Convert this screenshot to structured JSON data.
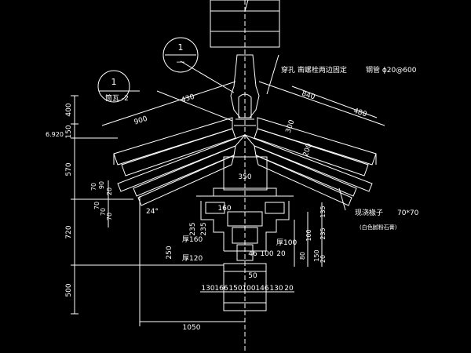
{
  "drawing": {
    "callouts": {
      "top_circle": {
        "num": "1",
        "den": "—"
      },
      "left_circle": {
        "num": "1"
      }
    },
    "annotations": {
      "left_ridge": "筒瓦 -2",
      "through_pin": "穿孔 凿螺栓两边固定",
      "pipe": "钢管 ɸ20@600",
      "rafter": "现浇椽子",
      "rafter_size": "70*70",
      "rafter_note": "(白色腻粉石膏)",
      "angle": "24°",
      "elev": "6.920"
    },
    "thickness_labels": {
      "t160": "厚160",
      "t120": "厚120",
      "t100": "厚100"
    },
    "dims_left_vertical": [
      "400",
      "150",
      "570",
      "720",
      "500"
    ],
    "dims_left_small": [
      "70",
      "90",
      "20",
      "70",
      "70",
      "70"
    ],
    "dims_top": {
      "d430": "430",
      "d900": "900",
      "d840": "840",
      "d480": "480",
      "d300": "300",
      "d200": "200"
    },
    "dims_center": {
      "d350": "350",
      "d160": "160",
      "d235a": "235",
      "d235b": "235",
      "d250": "250",
      "d46": "46",
      "d100": "100",
      "d20": "20",
      "d50": "50"
    },
    "dims_right_vertical": [
      "135",
      "235",
      "80",
      "100",
      "150",
      "20"
    ],
    "dims_bottom_row": [
      "130",
      "166",
      "150",
      "100",
      "146",
      "130",
      "20"
    ],
    "dims_bottom": "1050"
  }
}
